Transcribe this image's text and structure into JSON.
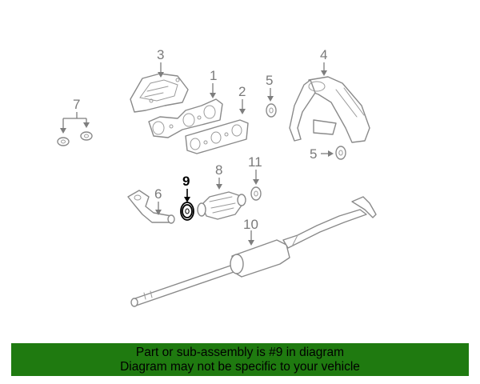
{
  "callouts": {
    "c1": "1",
    "c2": "2",
    "c3": "3",
    "c4": "4",
    "c5a": "5",
    "c5b": "5",
    "c6": "6",
    "c7": "7",
    "c8": "8",
    "c9": "9",
    "c10": "10",
    "c11": "11"
  },
  "highlight": {
    "part": "9",
    "color": "#000000"
  },
  "banner": {
    "line1": "Part or sub-assembly is #9 in diagram",
    "line2": "Diagram may not be specific to your vehicle",
    "background": "#1f7a10"
  }
}
